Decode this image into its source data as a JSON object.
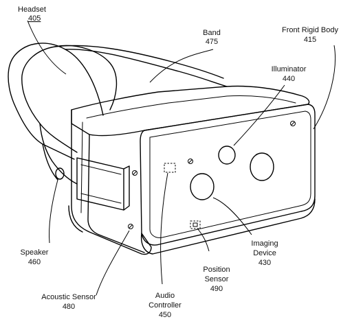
{
  "labels": {
    "headset": {
      "name": "Headset",
      "ref": "405"
    },
    "band": {
      "name": "Band",
      "ref": "475"
    },
    "front_rigid_body": {
      "name": "Front Rigid Body",
      "ref": "415"
    },
    "illuminator": {
      "name": "Illuminator",
      "ref": "440"
    },
    "speaker": {
      "name": "Speaker",
      "ref": "460"
    },
    "imaging_device": {
      "line1": "Imaging",
      "line2": "Device",
      "ref": "430"
    },
    "position_sensor": {
      "line1": "Position",
      "line2": "Sensor",
      "ref": "490"
    },
    "acoustic_sensor": {
      "name": "Acoustic Sensor",
      "ref": "480"
    },
    "audio_controller": {
      "line1": "Audio",
      "line2": "Controller",
      "ref": "450"
    }
  }
}
